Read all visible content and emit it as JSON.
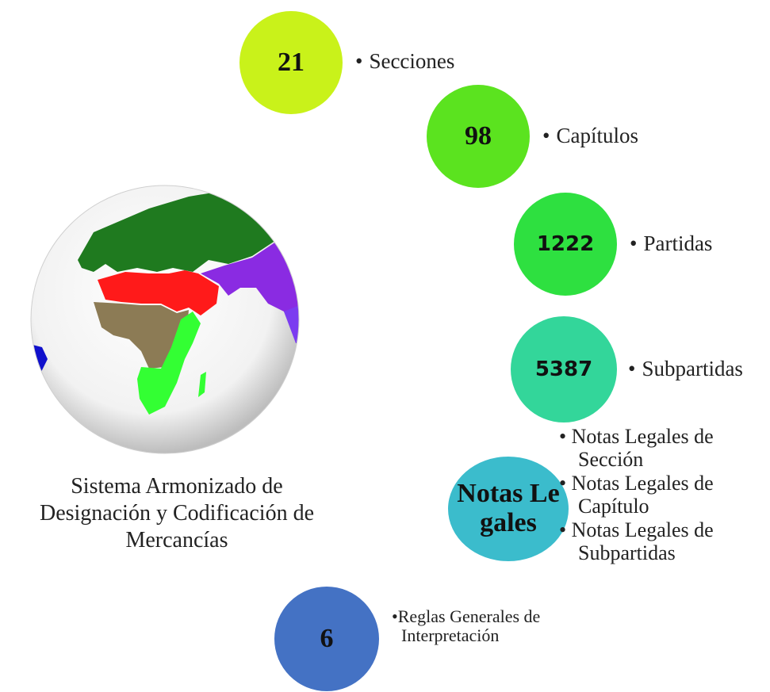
{
  "globe": {
    "caption": "Sistema Armonizado de Designación y Codificación de Mercancías",
    "colors": {
      "europe": "#1f7a1f",
      "north_africa": "#ff1a1a",
      "central_africa": "#8c7b55",
      "south_africa": "#33ff33",
      "asia": "#8a2be2",
      "americas": "#1010cc"
    }
  },
  "items": [
    {
      "value": "21",
      "label": "Secciones",
      "color": "#c9f21a"
    },
    {
      "value": "98",
      "label": "Capítulos",
      "color": "#5be31f"
    },
    {
      "value": "1222",
      "label": "Partidas",
      "color": "#2ee040"
    },
    {
      "value": "5387",
      "label": "Subpartidas",
      "color": "#33d69a"
    }
  ],
  "notas": {
    "title": "Notas Legales",
    "color": "#3bbccc",
    "bullets": [
      "Notas Legales de Sección",
      "Notas Legales de  Capítulo",
      "Notas Legales de Subpartidas"
    ]
  },
  "reglas": {
    "value": "6",
    "color": "#4472c4",
    "text": "Reglas Generales de Interpretación"
  },
  "bullet_char": "•"
}
